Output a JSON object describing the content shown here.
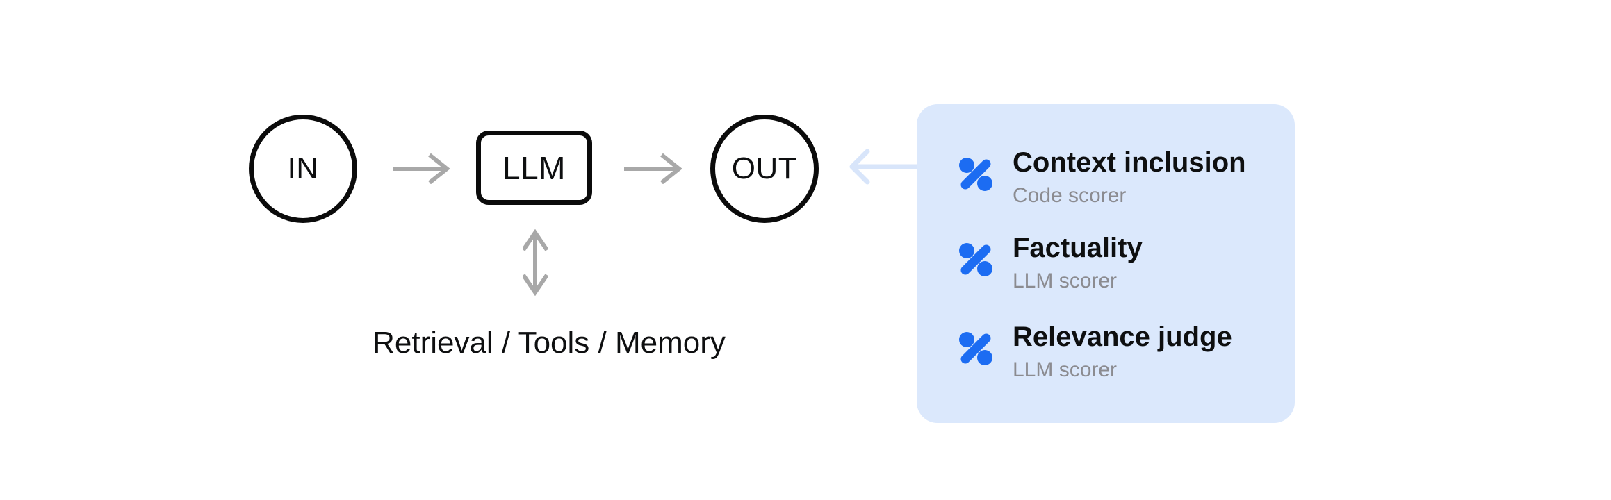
{
  "colors": {
    "accent-blue": "#1c6cf2",
    "panel-bg": "#dbe8fc",
    "arrow-blue": "#d8e5fa",
    "arrow-gray": "#a8a8a8",
    "node-stroke": "#0b0b0b",
    "text-black": "#0e0f10",
    "text-gray": "#8b8b90"
  },
  "diagram": {
    "in_label": "IN",
    "llm_label": "LLM",
    "out_label": "OUT",
    "bottom_label": "Retrieval / Tools / Memory"
  },
  "scorer_panel": {
    "items": [
      {
        "icon": "percent-scorer-icon",
        "title": "Context inclusion",
        "subtitle": "Code scorer"
      },
      {
        "icon": "percent-scorer-icon",
        "title": "Factuality",
        "subtitle": "LLM scorer"
      },
      {
        "icon": "percent-scorer-icon",
        "title": "Relevance judge",
        "subtitle": "LLM scorer"
      }
    ]
  }
}
